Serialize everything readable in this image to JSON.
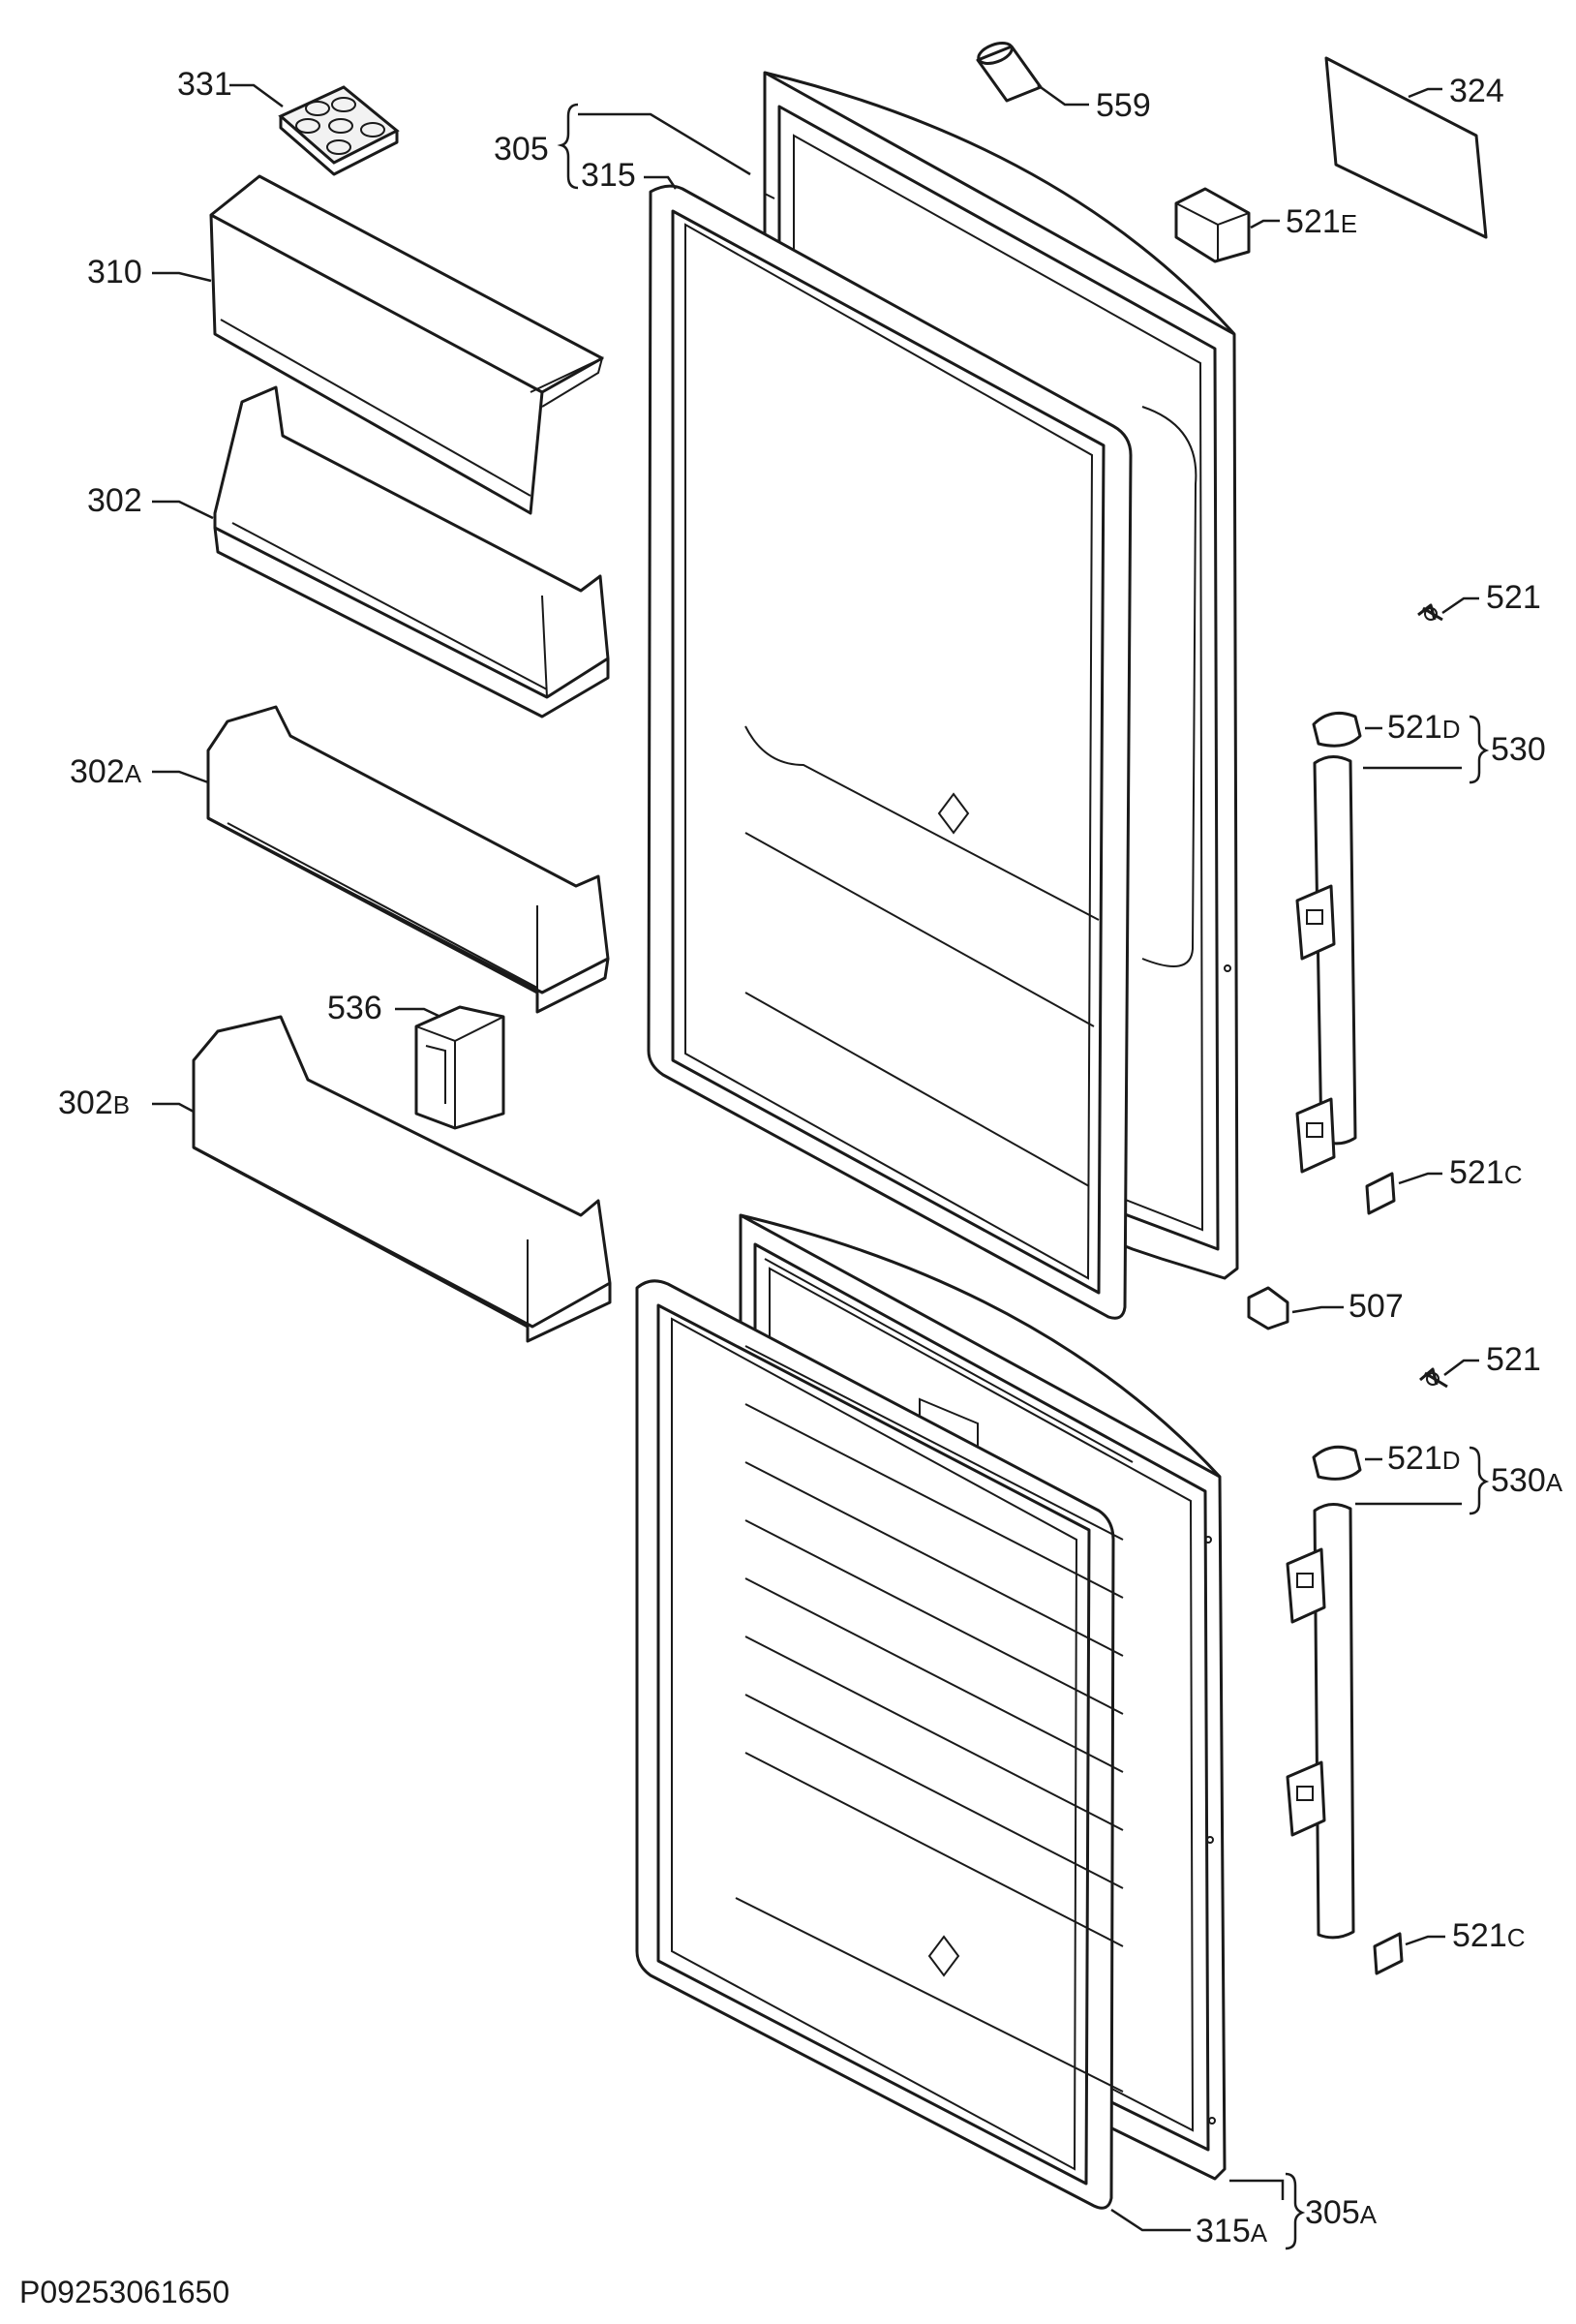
{
  "labels": {
    "l331": "331",
    "l305": "305",
    "l315": "315",
    "l559": "559",
    "l324": "324",
    "l310": "310",
    "l521E": "521",
    "l521E_sub": "E",
    "l302": "302",
    "l521a": "521",
    "l302A": "302",
    "l302A_sub": "A",
    "l521D_a": "521",
    "l521D_a_sub": "D",
    "l530": "530",
    "l536": "536",
    "l302B": "302",
    "l302B_sub": "B",
    "l521C_a": "521",
    "l521C_a_sub": "C",
    "l507": "507",
    "l521b": "521",
    "l521D_b": "521",
    "l521D_b_sub": "D",
    "l530A": "530",
    "l530A_sub": "A",
    "l521C_b": "521",
    "l521C_b_sub": "C",
    "l315A": "315",
    "l315A_sub": "A",
    "l305A": "305",
    "l305A_sub": "A"
  },
  "drawing_code": "P09253061650"
}
